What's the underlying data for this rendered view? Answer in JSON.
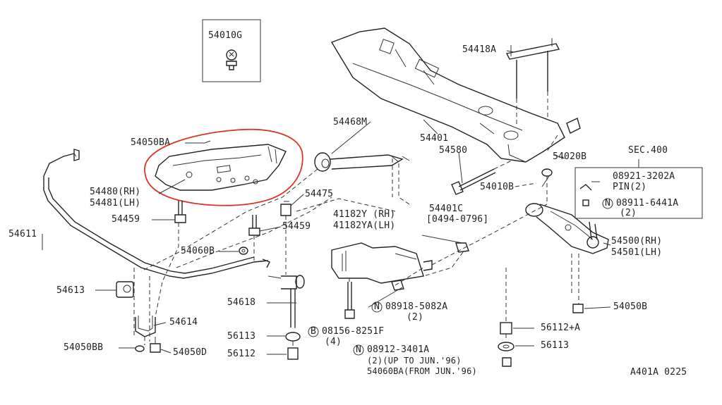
{
  "labels": {
    "p54010G": "54010G",
    "p54418A": "54418A",
    "p54468M": "54468M",
    "p54401": "54401",
    "p54050BA": "54050BA",
    "p54480": "54480(RH)",
    "p54481": "54481(LH)",
    "p54475": "54475",
    "p54459a": "54459",
    "p54459b": "54459",
    "p54611": "54611",
    "p54580": "54580",
    "p54020B": "54020B",
    "p54010B": "54010B",
    "sec": "SEC.400",
    "p08921": "08921-3202A",
    "pin": "PIN(2)",
    "p08911": "08911-6441A",
    "p08911q": "(2)",
    "p41182Y": "41182Y (RH)",
    "p41182YA": "41182YA(LH)",
    "p54401C": "54401C",
    "p54401Cd": "[0494-0796]",
    "p54500": "54500(RH)",
    "p54501": "54501(LH)",
    "p54060B": "54060B",
    "p54613": "54613",
    "p54618": "54618",
    "p08918": "08918-5082A",
    "p08918q": "(2)",
    "p54050B": "54050B",
    "p54614": "54614",
    "p56113a": "56113",
    "p08156": "08156-8251F",
    "p08156q": "(4)",
    "p56112A": "56112+A",
    "p54050BB": "54050BB",
    "p54050D": "54050D",
    "p56113b": "56113",
    "p56112": "56112",
    "p08912": "08912-3401A",
    "p08912a": "(2)(UP TO JUN.'96)",
    "p54060BA": "54060BA(FROM JUN.'96)",
    "circleN": "N",
    "circleB": "B",
    "code": "A401A 0225"
  },
  "colors": {
    "highlight": "#d9352b",
    "ink": "#222222"
  }
}
